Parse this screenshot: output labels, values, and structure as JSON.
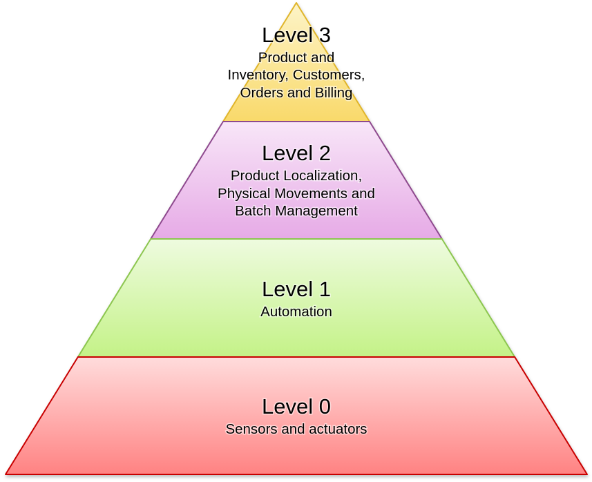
{
  "levels": [
    {
      "id": "level-3",
      "title": "Level 3",
      "lines": [
        "Product and",
        "Inventory, Customers,",
        "Orders and Billing"
      ],
      "fill_top": "#fdf4c8",
      "fill_bottom": "#f9d96a",
      "stroke": "#e0b52a"
    },
    {
      "id": "level-2",
      "title": "Level 2",
      "lines": [
        "Product Localization,",
        "Physical Movements and",
        "Batch Management"
      ],
      "fill_top": "#f8e6f8",
      "fill_bottom": "#e6aae6",
      "stroke": "#8e4a8e"
    },
    {
      "id": "level-1",
      "title": "Level 1",
      "lines": [
        "Automation"
      ],
      "fill_top": "#eefbdf",
      "fill_bottom": "#c4f287",
      "stroke": "#8cc64f"
    },
    {
      "id": "level-0",
      "title": "Level 0",
      "lines": [
        "Sensors and actuators"
      ],
      "fill_top": "#ffdcdc",
      "fill_bottom": "#ff8282",
      "stroke": "#c80000"
    }
  ]
}
